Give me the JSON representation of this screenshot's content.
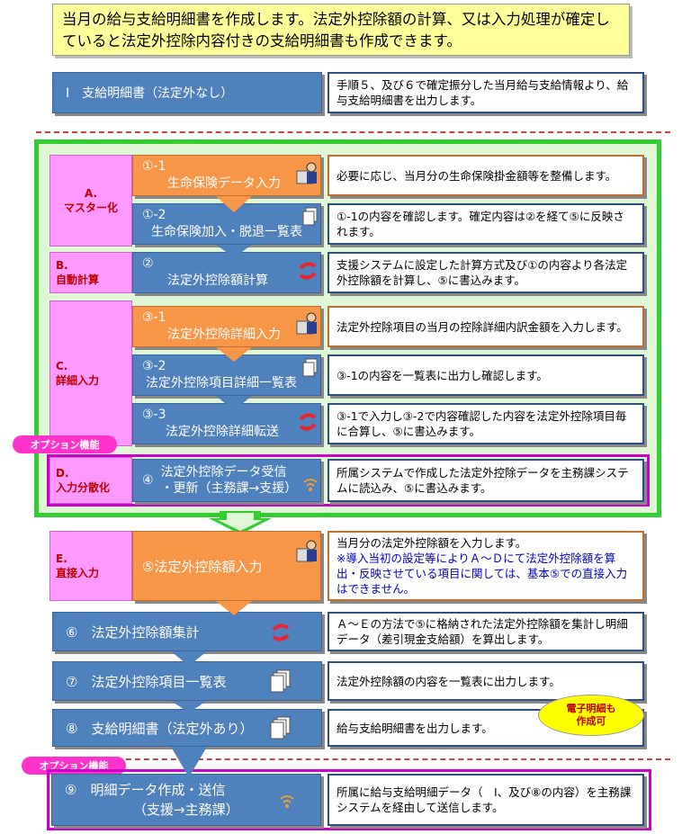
{
  "intro": "当月の給与支給明細書を作成します。法定外控除額の計算、又は入力処理が確定していると法定外控除内容付きの支給明細書も作成できます。",
  "step_I": {
    "label": "Ⅰ　支給明細書（法定外なし）",
    "desc": "手順５、及び６で確定振分した当月給与支給情報より、給与支給明細書を出力します。"
  },
  "cat_A": {
    "letter": "A.",
    "name": "マスター化"
  },
  "cat_B": {
    "letter": "B.",
    "name": "自動計算"
  },
  "cat_C": {
    "letter": "C.",
    "name": "詳細入力"
  },
  "cat_D": {
    "letter": "D.",
    "name": "入力分散化"
  },
  "cat_E": {
    "letter": "E.",
    "name": "直接入力"
  },
  "s1_1": {
    "num": "①-1",
    "label": "生命保険データ入力",
    "desc": "必要に応じ、当月分の生命保険掛金額等を整備します。"
  },
  "s1_2": {
    "num": "①-2",
    "label": "生命保険加入・脱退一覧表",
    "desc": "①-1の内容を確認します。確定内容は②を経て⑤に反映されます。"
  },
  "s2": {
    "num": "②",
    "label": "法定外控除額計算",
    "desc": "支援システムに設定した計算方式及び①の内容より各法定外控除額を計算し、⑤に書込みます。"
  },
  "s3_1": {
    "num": "③-1",
    "label": "法定外控除詳細入力",
    "desc": "法定外控除項目の当月の控除詳細内訳金額を入力します。"
  },
  "s3_2": {
    "num": "③-2",
    "label": "法定外控除項目詳細一覧表",
    "desc": "③-1の内容を一覧表に出力し確認します。"
  },
  "s3_3": {
    "num": "③-3",
    "label": "法定外控除詳細転送",
    "desc": "③-1で入力し③-2で内容確認した内容を法定外控除項目毎に合算し、⑤に書込みます。"
  },
  "option1": "オプション機能",
  "s4": {
    "num": "④",
    "label1": "法定外控除データ受信",
    "label2": "・更新（主務課→支援）",
    "desc": "所属システムで作成した法定外控除データを主務課システムに読込み、⑤に書込みます。"
  },
  "s5": {
    "label": "⑤法定外控除額入力",
    "desc1": "当月分の法定外控除額を入力します。",
    "desc2": "※導入当初の設定等によりＡ～Ｄにて法定外控除額を算出・反映させている項目に関しては、基本⑤での直接入力はできません。"
  },
  "s6": {
    "label": "⑥　法定外控除額集計",
    "desc": "Ａ～Ｅの方法で⑤に格納された法定外控除額を集計し明細データ（差引現金支給額）を算出します。"
  },
  "s7": {
    "label": "⑦　法定外控除項目一覧表",
    "desc": "法定外控除額の内容を一覧表に出力します。"
  },
  "s8": {
    "label": "⑧　支給明細書（法定外あり）",
    "desc": "給与支給明細書を出力します。"
  },
  "bubble": {
    "line1": "電子明細も",
    "line2": "作成可"
  },
  "option2": "オプション機能",
  "s9": {
    "label1": "⑨　明細データ作成・送信",
    "label2": "（支援→主務課）",
    "desc": "所属に給与支給明細データ（　Ⅰ、及び⑧の内容）を主務課システムを経由して送信します。"
  }
}
